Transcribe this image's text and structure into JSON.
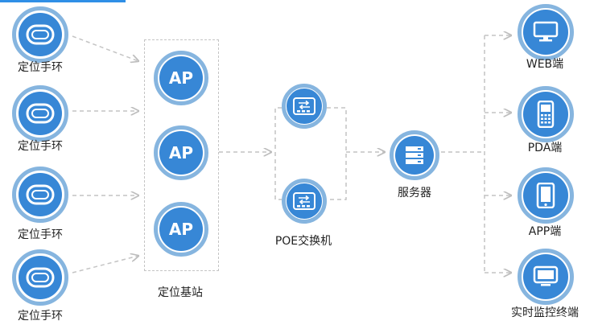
{
  "bands": [
    {
      "label": "定位手环",
      "icon": "wristband-icon"
    },
    {
      "label": "定位手环",
      "icon": "wristband-icon"
    },
    {
      "label": "定位手环",
      "icon": "wristband-icon"
    },
    {
      "label": "定位手环",
      "icon": "wristband-icon"
    }
  ],
  "aps": [
    {
      "text": "AP"
    },
    {
      "text": "AP"
    },
    {
      "text": "AP"
    }
  ],
  "ap_group_label": "定位基站",
  "switch_label": "POE交换机",
  "server_label": "服务器",
  "clients": [
    {
      "label": "WEB端",
      "icon": "monitor-icon"
    },
    {
      "label": "PDA端",
      "icon": "pda-icon"
    },
    {
      "label": "APP端",
      "icon": "tablet-icon"
    },
    {
      "label": "实时监控终端",
      "icon": "terminal-icon"
    }
  ],
  "colors": {
    "node_fill": "#3787d6",
    "node_ring": "#86b5df",
    "connector": "#c4c4c4",
    "accent_bar": "#2f8fe6"
  }
}
